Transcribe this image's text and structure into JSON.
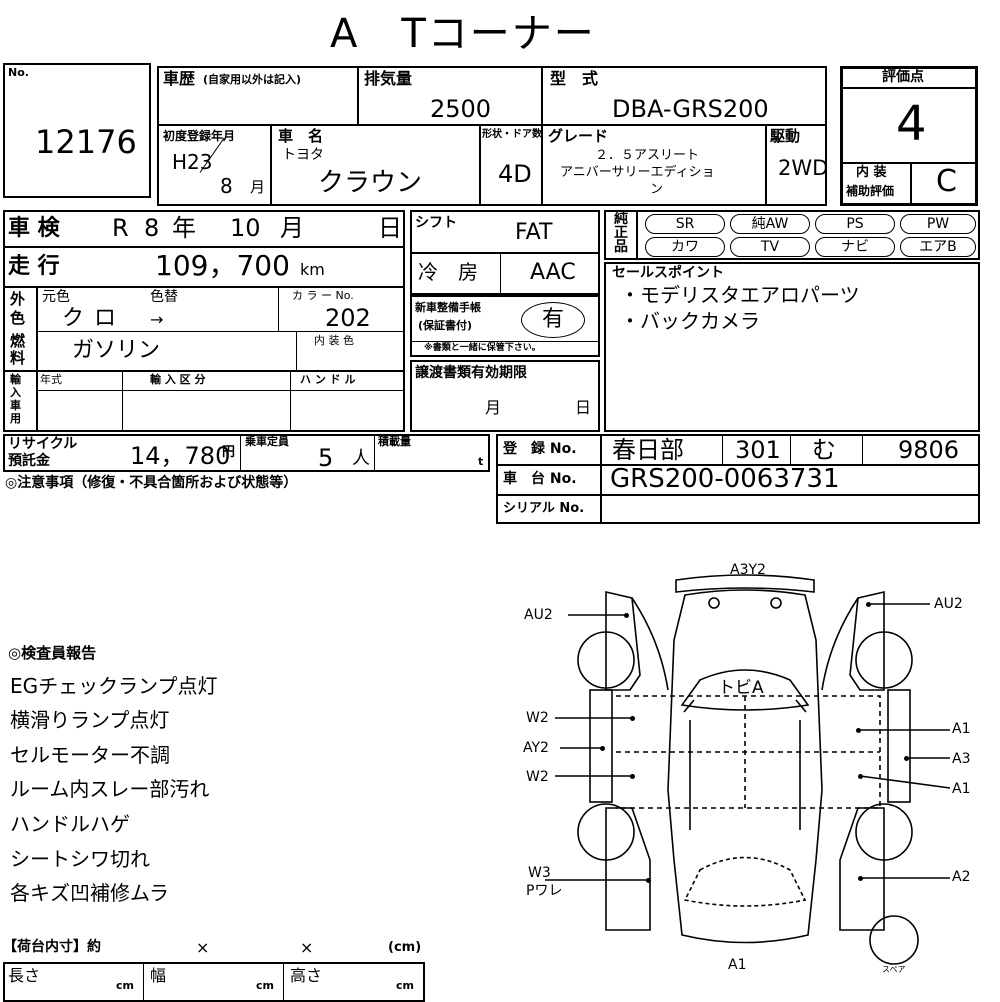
{
  "title": "A　Tコーナー",
  "lot": {
    "no_label": "No.",
    "number": "12176"
  },
  "history": {
    "label": "車歴",
    "note": "(自家用以外は記入)"
  },
  "displacement": {
    "label": "排気量",
    "value": "2500"
  },
  "model": {
    "label": "型　式",
    "value": "DBA-GRS200"
  },
  "first_reg": {
    "label": "初度登録年月",
    "era": "H23",
    "month": "8",
    "month_unit": "月"
  },
  "car_name": {
    "label": "車　名",
    "maker": "トヨタ",
    "name": "クラウン"
  },
  "body_type": {
    "label": "形状・ドア数",
    "value": "4D"
  },
  "grade": {
    "label": "グレード",
    "line1": "２．５アスリート",
    "line2": "アニバーサリーエディショ",
    "line3": "ン"
  },
  "drive": {
    "label": "駆動",
    "value": "2WD"
  },
  "score": {
    "label": "評価点",
    "value": "4",
    "interior_label1": "内 装",
    "interior_label2": "補助評価",
    "interior_value": "C"
  },
  "inspection": {
    "label": "車 検",
    "era": "R",
    "year": "8",
    "year_unit": "年",
    "month": "10",
    "month_unit": "月",
    "day_unit": "日"
  },
  "mileage": {
    "label": "走 行",
    "value": "109，700",
    "unit": "km"
  },
  "color": {
    "ext_label1": "外",
    "ext_label2": "色",
    "original_label": "元色",
    "changed_label": "色替",
    "original": "クロ",
    "changed": "→",
    "code_label": "カ ラ ー No.",
    "code": "202",
    "interior_label": "内 装 色"
  },
  "fuel": {
    "label1": "燃",
    "label2": "料",
    "value": "ガソリン"
  },
  "import": {
    "label1": "輸",
    "label2": "入",
    "label3": "車",
    "label4": "用",
    "year_label": "年式",
    "type_label": "輸 入 区 分",
    "handle_label": "ハ ン ド ル"
  },
  "shift": {
    "label": "シフト",
    "value": "FAT"
  },
  "ac": {
    "label": "冷　房",
    "value": "AAC"
  },
  "manual": {
    "label1": "新車整備手帳",
    "label2": "(保証書付)",
    "value": "有",
    "note": "※書類と一緒に保管下さい。"
  },
  "transfer": {
    "label": "譲渡書類有効期限",
    "month_unit": "月",
    "day_unit": "日"
  },
  "genuine": {
    "label1": "純",
    "label2": "正",
    "label3": "品",
    "row1": [
      "SR",
      "純AW",
      "PS",
      "PW"
    ],
    "row2": [
      "カワ",
      "TV",
      "ナビ",
      "エアB"
    ]
  },
  "sales": {
    "label": "セールスポイント",
    "points": [
      "・モデリスタエアロパーツ",
      "・バックカメラ"
    ]
  },
  "recycle": {
    "label1": "リサイクル",
    "label2": "預託金",
    "value": "14，780",
    "unit": "円"
  },
  "capacity": {
    "label": "乗車定員",
    "value": "5",
    "unit": "人"
  },
  "load": {
    "label": "積載量",
    "unit": "t"
  },
  "notes_label": "◎注意事項（修復・不具合箇所および状態等）",
  "registration": {
    "label": "登　録 No.",
    "area": "春日部",
    "class": "301",
    "kana": "む",
    "number": "9806"
  },
  "chassis": {
    "label": "車　台 No.",
    "value": "GRS200-0063731"
  },
  "serial": {
    "label": "シリアル No."
  },
  "inspector": {
    "title": "◎検査員報告",
    "items": [
      "EGチェックランプ点灯",
      "横滑りランプ点灯",
      "セルモーター不調",
      "ルーム内スレー部汚れ",
      "ハンドルハゲ",
      "シートシワ切れ",
      "各キズ凹補修ムラ"
    ]
  },
  "cargo": {
    "label": "【荷台内寸】約",
    "x1": "×",
    "x2": "×",
    "unit": "(cm)",
    "length": "長さ",
    "width": "幅",
    "height": "高さ",
    "cm": "cm"
  },
  "diagram": {
    "top": "A3Y2",
    "au2_left": "AU2",
    "au2_right": "AU2",
    "w2_a": "W2",
    "ay2": "AY2",
    "w2_b": "W2",
    "w3": "W3",
    "pwre": "Pワレ",
    "a1_a": "A1",
    "a3": "A3",
    "a1_b": "A1",
    "a2": "A2",
    "bottom": "A1",
    "roof": "トビA",
    "spare": "スペア"
  }
}
